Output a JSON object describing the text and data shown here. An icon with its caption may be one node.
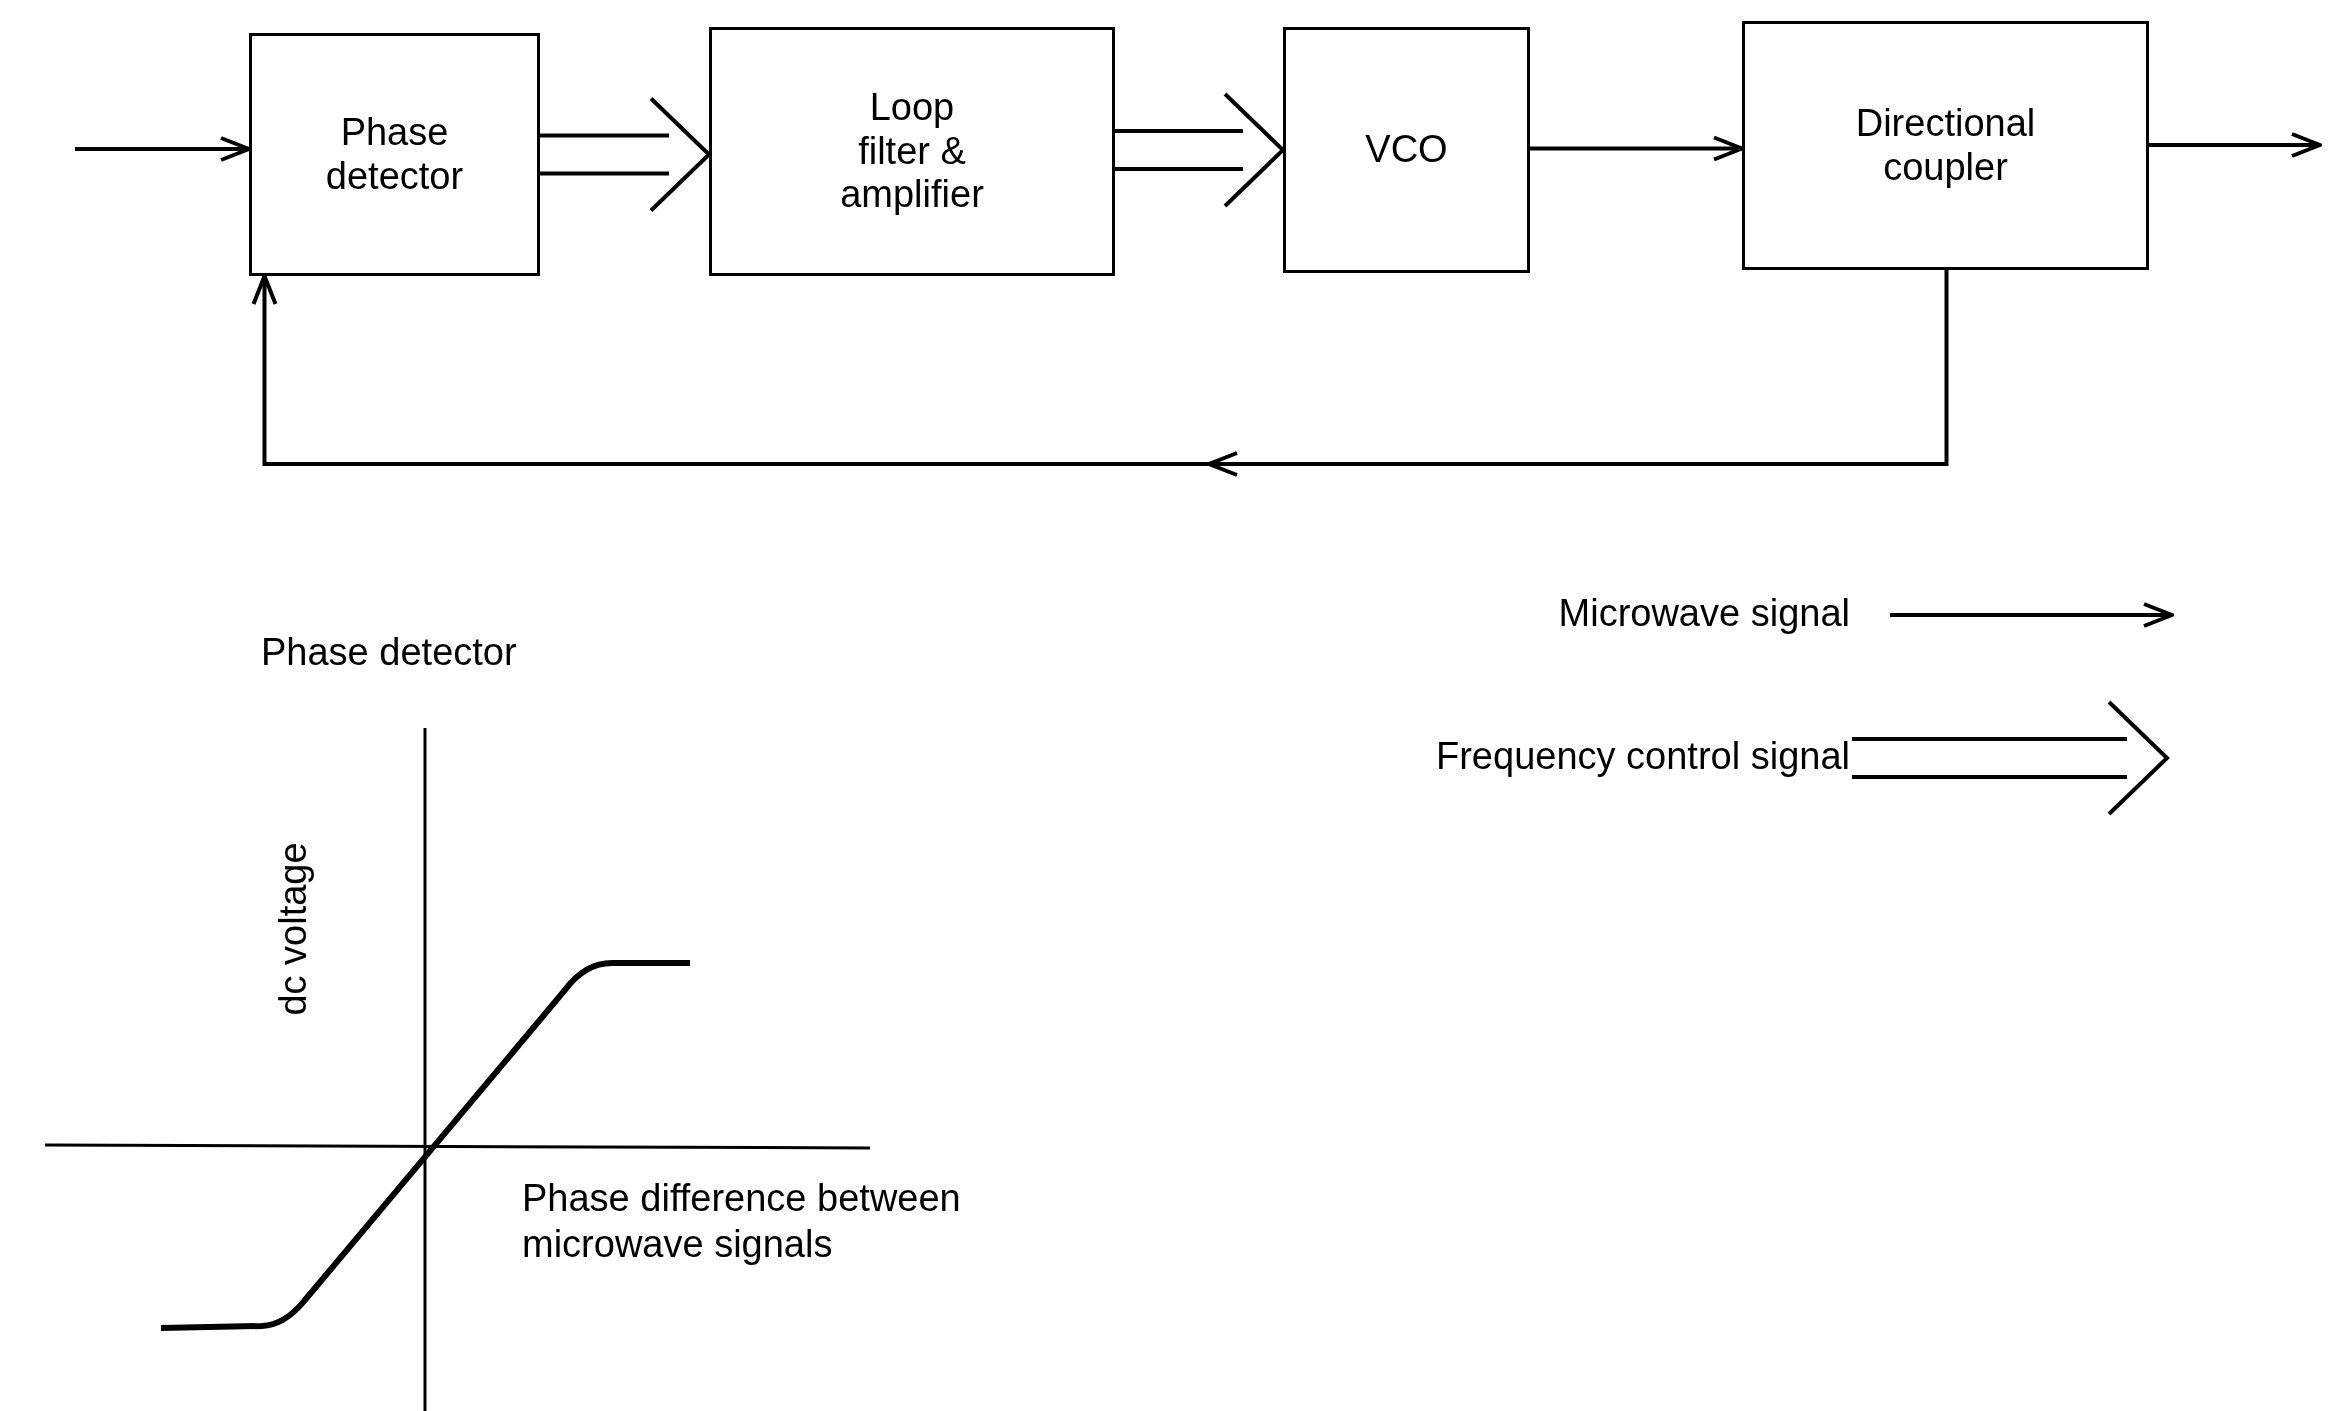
{
  "diagram": {
    "nodes": [
      {
        "text": [
          "Phase detector"
        ]
      },
      {
        "text": [
          "Loop filter & amplifier"
        ]
      },
      {
        "text": [
          "VCO"
        ]
      },
      {
        "text": [
          "Directional coupler"
        ]
      }
    ],
    "edges": [
      {
        "from": null,
        "to": 0,
        "arrow": "to"
      },
      {
        "from": 0,
        "to": 1,
        "arrow": "to",
        "style": "thick"
      },
      {
        "from": 1,
        "to": 2,
        "arrow": "to",
        "style": "thick"
      },
      {
        "from": 2,
        "to": 3,
        "arrow": "to"
      },
      {
        "from": 3,
        "to": null,
        "arrow": "to"
      },
      {
        "from": 3,
        "to": 0,
        "arrow": "to"
      }
    ],
    "labels": [
      "Phase detector",
      "dc voltage",
      "Phase difference between microwave signals"
    ],
    "legend": [
      {
        "text": "Microwave signal"
      },
      {
        "text": "Frequency control signal"
      }
    ]
  }
}
